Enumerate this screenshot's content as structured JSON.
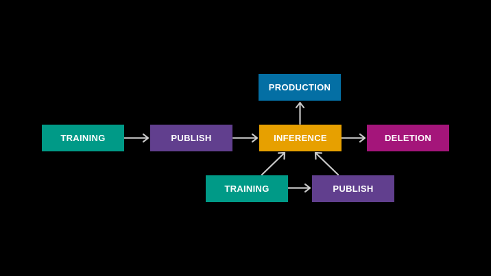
{
  "nodes": {
    "training_1": {
      "label": "TRAINING",
      "color": "#009a87"
    },
    "publish_1": {
      "label": "PUBLISH",
      "color": "#613f8e"
    },
    "inference": {
      "label": "INFERENCE",
      "color": "#e7a000"
    },
    "deletion": {
      "label": "DELETION",
      "color": "#a4157a"
    },
    "production": {
      "label": "PRODUCTION",
      "color": "#046fa4"
    },
    "training_2": {
      "label": "TRAINING",
      "color": "#009a87"
    },
    "publish_2": {
      "label": "PUBLISH",
      "color": "#613f8e"
    }
  },
  "edges": [
    {
      "from": "training_1",
      "to": "publish_1"
    },
    {
      "from": "publish_1",
      "to": "inference"
    },
    {
      "from": "inference",
      "to": "deletion"
    },
    {
      "from": "inference",
      "to": "production"
    },
    {
      "from": "training_2",
      "to": "publish_2"
    },
    {
      "from": "training_2",
      "to": "inference"
    },
    {
      "from": "publish_2",
      "to": "inference"
    }
  ],
  "arrow_color": "#c8c8c8",
  "background": "#000000"
}
